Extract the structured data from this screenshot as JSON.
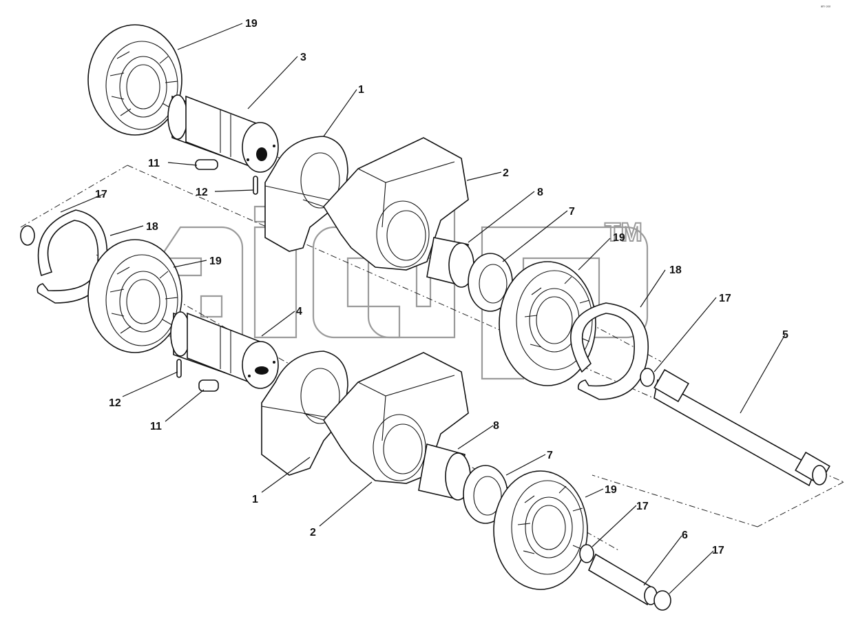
{
  "callouts": [
    {
      "id": "c19a",
      "text": "19"
    },
    {
      "id": "c3",
      "text": "3"
    },
    {
      "id": "c1a",
      "text": "1"
    },
    {
      "id": "c11a",
      "text": "11"
    },
    {
      "id": "c12a",
      "text": "12"
    },
    {
      "id": "c2a",
      "text": "2"
    },
    {
      "id": "c17a",
      "text": "17"
    },
    {
      "id": "c18a",
      "text": "18"
    },
    {
      "id": "c8a",
      "text": "8"
    },
    {
      "id": "c7a",
      "text": "7"
    },
    {
      "id": "c19b",
      "text": "19"
    },
    {
      "id": "c19c",
      "text": "19"
    },
    {
      "id": "c18b",
      "text": "18"
    },
    {
      "id": "c17b",
      "text": "17"
    },
    {
      "id": "c4",
      "text": "4"
    },
    {
      "id": "c5",
      "text": "5"
    },
    {
      "id": "c12b",
      "text": "12"
    },
    {
      "id": "c11b",
      "text": "11"
    },
    {
      "id": "c8b",
      "text": "8"
    },
    {
      "id": "c7b",
      "text": "7"
    },
    {
      "id": "c1b",
      "text": "1"
    },
    {
      "id": "c19d",
      "text": "19"
    },
    {
      "id": "c17c",
      "text": "17"
    },
    {
      "id": "c2b",
      "text": "2"
    },
    {
      "id": "c6",
      "text": "6"
    },
    {
      "id": "c17d",
      "text": "17"
    }
  ],
  "watermark": {
    "trademark": "TM"
  },
  "corner_mark": "ᵃᵐ ᵒᵒᵒ"
}
